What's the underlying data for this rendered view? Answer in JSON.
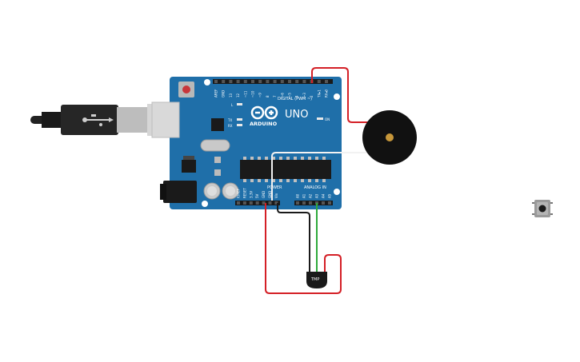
{
  "board": {
    "brand": "ARDUINO",
    "model": "UNO",
    "digital_header_label": "DIGITAL (PWM ~)",
    "power_label": "POWER",
    "analog_label": "ANALOG IN",
    "on_label": "ON",
    "led_l_label": "L",
    "led_tx_label": "TX",
    "led_rx_label": "RX",
    "txrx_label": "TX ▸1  RX ◂0",
    "digital_pins": [
      "AREF",
      "GND",
      "13",
      "12",
      "~11",
      "~10",
      "~9",
      "8",
      "7",
      "~6",
      "~5",
      "4",
      "~3",
      "2",
      "TX▸1",
      "RX◂0"
    ],
    "power_pins": [
      "IOREF",
      "RESET",
      "3.3V",
      "5V",
      "GND",
      "GND",
      "Vin"
    ],
    "analog_pins": [
      "A0",
      "A1",
      "A2",
      "A3",
      "A4",
      "A5"
    ]
  },
  "sensor": {
    "label": "TMP"
  },
  "colors": {
    "board": "#1f6fa9",
    "wire_red": "#d41f26",
    "wire_black": "#1a1a1a",
    "wire_green": "#2faa3c",
    "wire_white": "#f2f2f2",
    "buzzer": "#111111",
    "buzzer_center": "#c7973a"
  },
  "icons": [
    "usb-plug-icon",
    "usb-icon",
    "arduino-logo-icon",
    "reset-button-icon",
    "pushbutton-icon"
  ]
}
